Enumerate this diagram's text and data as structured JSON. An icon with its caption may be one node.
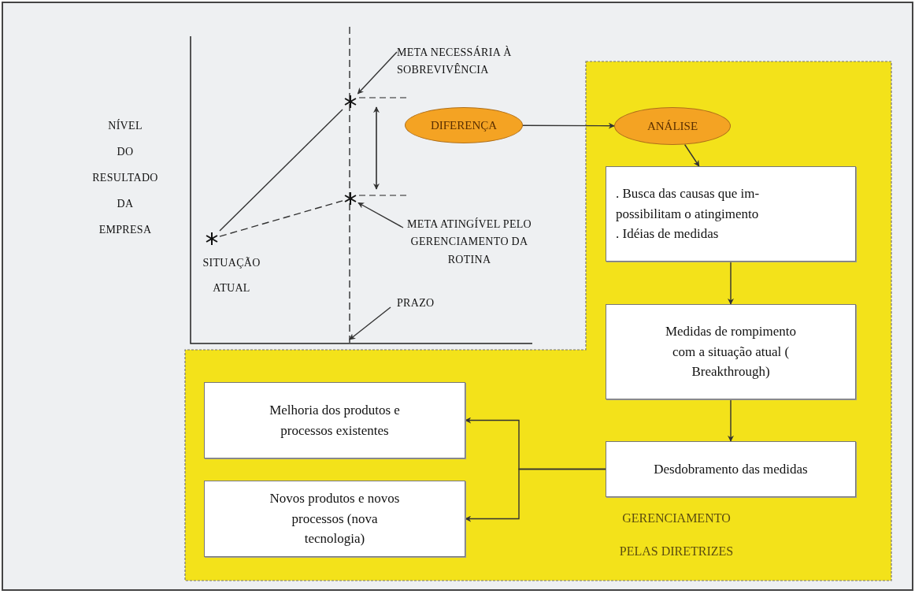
{
  "diagram": {
    "nodes": [
      {
        "text": [
          "META NECESSÁRIA À SOBREVIVÊNCIA"
        ]
      },
      {
        "text": [],
        "shape": "asterisk"
      },
      {
        "text": [
          "DIFERENÇA"
        ]
      },
      {
        "text": [
          "GERENCIAMENTO PELAS DIRETRIZES"
        ]
      },
      {
        "text": [
          "ANÁLISE"
        ],
        "in": 3
      },
      {
        "text": [],
        "shape": "asterisk"
      },
      {
        "text": [
          "META ATINGÍVEL PELO GERENCIAMENTO DA ROTINA"
        ]
      },
      {
        "text": [],
        "shape": "asterisk",
        "beside": [
          "SITUAÇÃO ATUAL"
        ]
      },
      {
        "text": [
          "PRAZO"
        ]
      },
      {
        "text": [
          ". Busca das causas que im- possibilitam o atingimento",
          ". Idéias de medidas"
        ],
        "in": 3
      },
      {
        "text": [
          "Medidas de rompimento com a situação atual ( Breakthrough)"
        ],
        "in": 3
      },
      {
        "text": [
          "Desdobramento das medidas"
        ],
        "in": 3
      },
      {
        "text": [
          "Melhoria dos produtos e processos existentes"
        ],
        "in": 3
      },
      {
        "text": [
          "Novos produtos e novos processos (nova tecnologia)"
        ],
        "in": 3
      },
      {
        "text": [],
        "shape": "line"
      }
    ],
    "edges": [
      {
        "from": 0,
        "to": 1,
        "arrow": "to"
      },
      {
        "from": 6,
        "to": 5,
        "arrow": "to"
      },
      {
        "from": 8,
        "to": 14,
        "arrow": "to"
      },
      {
        "from": 7,
        "to": 1,
        "arrow": "none"
      },
      {
        "from": 7,
        "to": 5,
        "arrow": "none",
        "style": "dashed"
      },
      {
        "from": 2,
        "to": 4,
        "arrow": "to"
      },
      {
        "from": 4,
        "to": 9,
        "arrow": "to"
      },
      {
        "from": 9,
        "to": 10,
        "arrow": "to"
      },
      {
        "from": 10,
        "to": 11,
        "arrow": "to"
      },
      {
        "from": 11,
        "to": 12,
        "arrow": "to"
      },
      {
        "from": 11,
        "to": 13,
        "arrow": "to"
      }
    ],
    "labels": [
      "NÍVEL DO RESULTADO DA EMPRESA"
    ]
  }
}
